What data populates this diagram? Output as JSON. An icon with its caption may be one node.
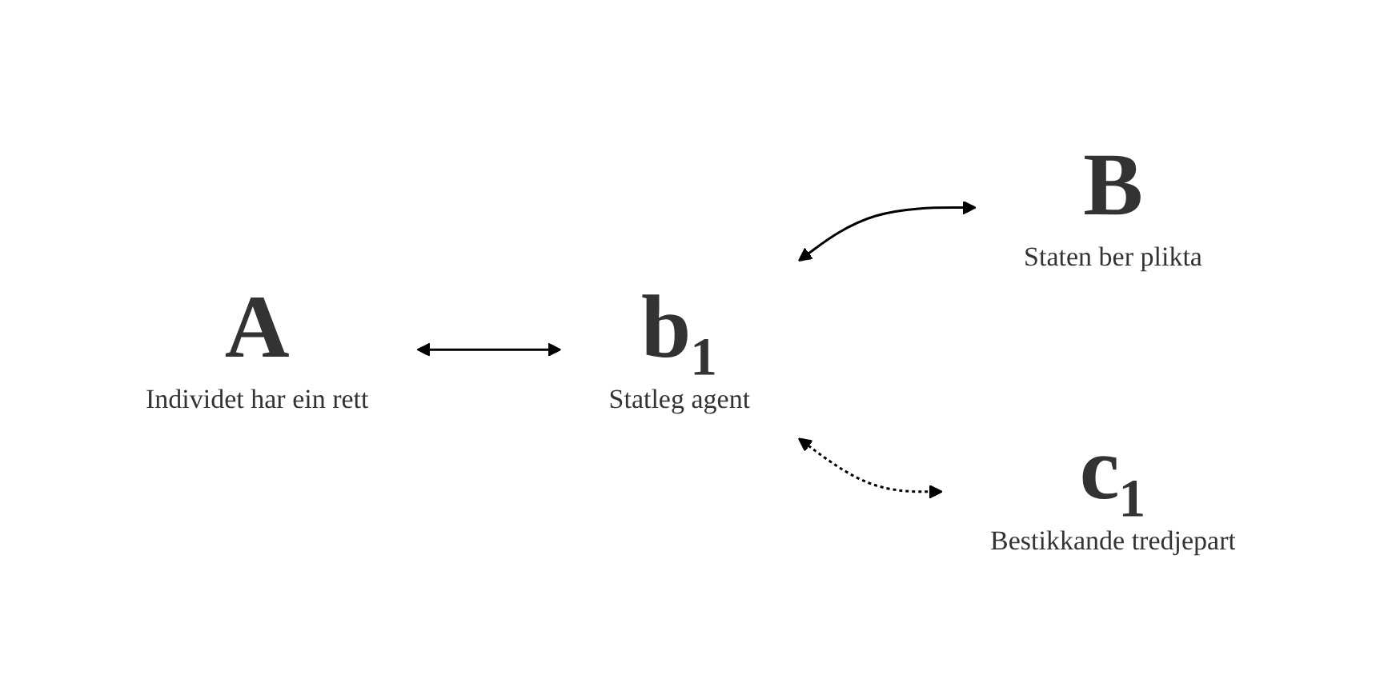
{
  "diagram": {
    "nodes": [
      {
        "text": [
          "A",
          "Individet har ein rett"
        ]
      },
      {
        "text": [
          "b₁",
          "Statleg agent"
        ]
      },
      {
        "text": [
          "B",
          "Staten ber plikta"
        ]
      },
      {
        "text": [
          "c₁",
          "Bestikkande tredjepart"
        ]
      }
    ],
    "edges": [
      {
        "from": 0,
        "to": 1,
        "arrow": "both"
      },
      {
        "from": 1,
        "to": 2,
        "arrow": "both"
      },
      {
        "from": 1,
        "to": 3,
        "arrow": "both",
        "style": "dashed"
      }
    ]
  }
}
